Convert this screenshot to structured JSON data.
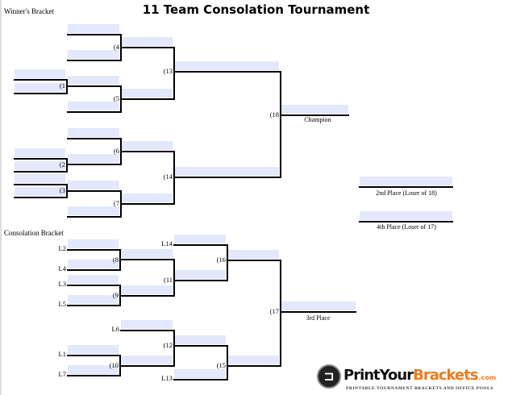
{
  "title": "11 Team Consolation Tournament",
  "sections": {
    "winners": "Winner's Bracket",
    "consolation": "Consolation Bracket"
  },
  "game_labels": [
    "(1",
    "(2",
    "(3",
    "(4",
    "(5",
    "(6",
    "(7",
    "(13",
    "(14",
    "(18",
    "(8",
    "(9",
    "(11",
    "(16",
    "(10",
    "(12",
    "(15",
    "(17"
  ],
  "seed_labels": [
    "L2",
    "L4",
    "L3",
    "L5",
    "L14",
    "L6",
    "L1",
    "L7",
    "L13"
  ],
  "places": {
    "champion": "Champion",
    "second": "2nd Place (Loser of 18)",
    "fourth": "4th Place (Loser of 17)",
    "third": "3rd Place"
  },
  "logo": {
    "name_part1": "PrintYour",
    "name_part2": "Brackets",
    "suffix": ".com",
    "tagline": "PRINTABLE TOURNAMENT BRACKETS AND OFFICE POOLS"
  },
  "colors": {
    "slot_fill": "#e3e8fc",
    "line": "#000000",
    "logo_accent": "#f07a1a"
  }
}
